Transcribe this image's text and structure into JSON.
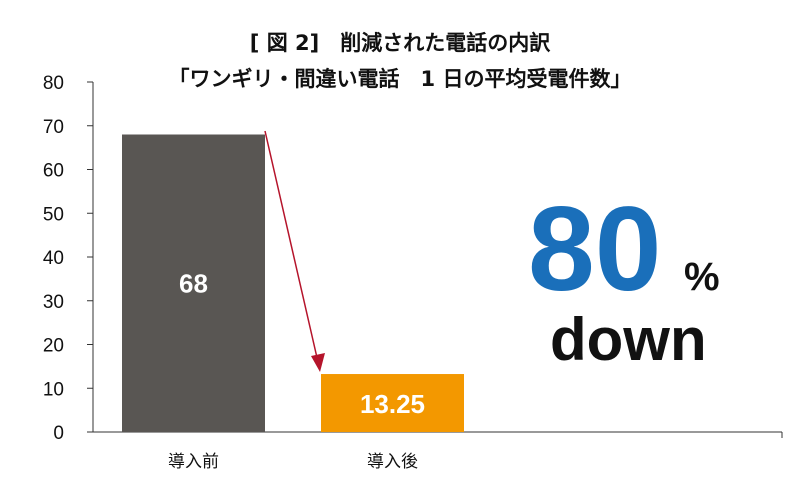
{
  "chart_data": {
    "type": "bar",
    "title": "[ 図 2]　削減された電話の内訳",
    "subtitle": "「ワンギリ・間違い電話　1 日の平均受電件数」",
    "categories": [
      "導入前",
      "導入後"
    ],
    "values": [
      68,
      13.25
    ],
    "data_labels": [
      "68",
      "13.25"
    ],
    "colors": [
      "#595653",
      "#f39800"
    ],
    "ylim": [
      0,
      80
    ],
    "yticks": [
      "0",
      "10",
      "20",
      "30",
      "40",
      "50",
      "60",
      "70",
      "80"
    ],
    "xlabel": "",
    "ylabel": "",
    "grid": false,
    "annotation": {
      "value": "80",
      "unit": "%",
      "text": "down",
      "color": "#1a6fba",
      "arrow_color": "#b5142b"
    }
  }
}
